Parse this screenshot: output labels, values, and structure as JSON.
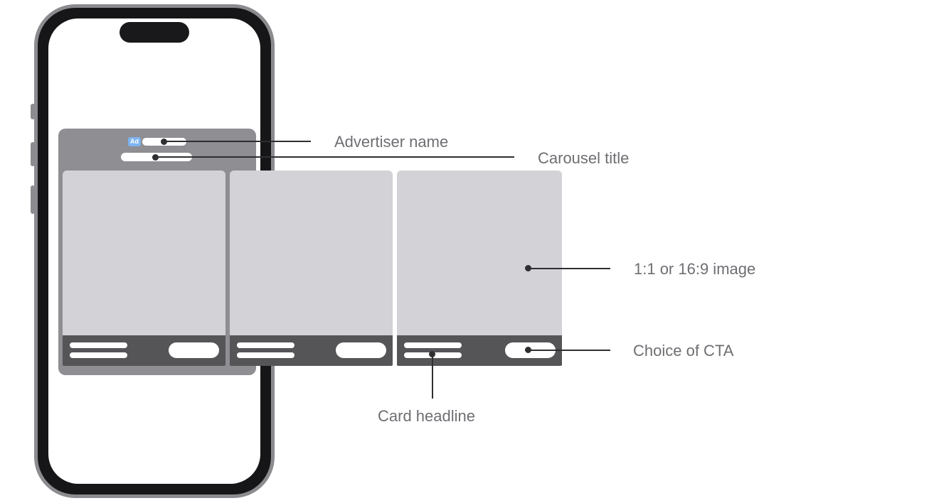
{
  "ad": {
    "badge_label": "Ad"
  },
  "annotations": {
    "advertiser_name": "Advertiser name",
    "carousel_title": "Carousel title",
    "image_ratio": "1:1 or 16:9 image",
    "cta": "Choice of CTA",
    "card_headline": "Card headline"
  },
  "colors": {
    "phone_frame": "#8b8b90",
    "phone_bezel": "#161618",
    "dynamic_island": "#19191b",
    "ad_container": "#8e8e93",
    "ad_badge_bg": "#7db4f0",
    "ad_badge_text": "#ffffff",
    "card_image_placeholder": "#d2d2d7",
    "card_footer": "#555558",
    "placeholder_pill": "#ffffff",
    "annotation_line": "#2f2f31",
    "annotation_text": "#6e6e73",
    "background": "#ffffff"
  }
}
